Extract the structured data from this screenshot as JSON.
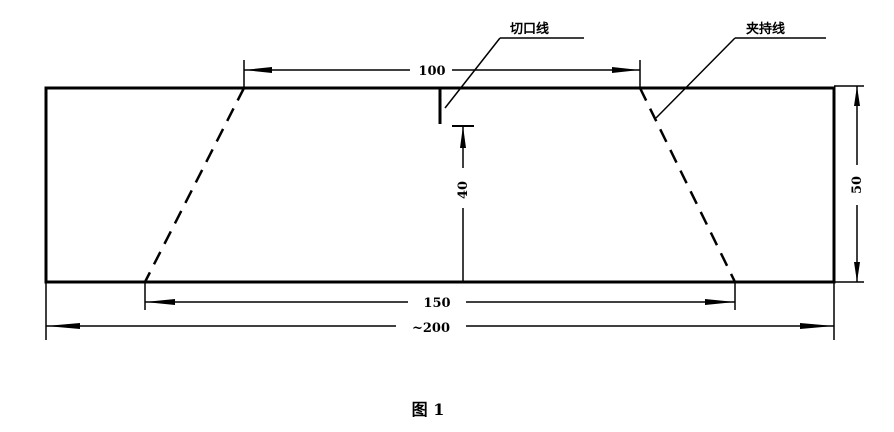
{
  "labels": {
    "notch_line": "切口线",
    "clamp_line": "夹持线"
  },
  "dimensions": {
    "top_width": "100",
    "notch_depth": "40",
    "height": "50",
    "bottom_width": "150",
    "total_length": "~200"
  },
  "caption": "图 1"
}
